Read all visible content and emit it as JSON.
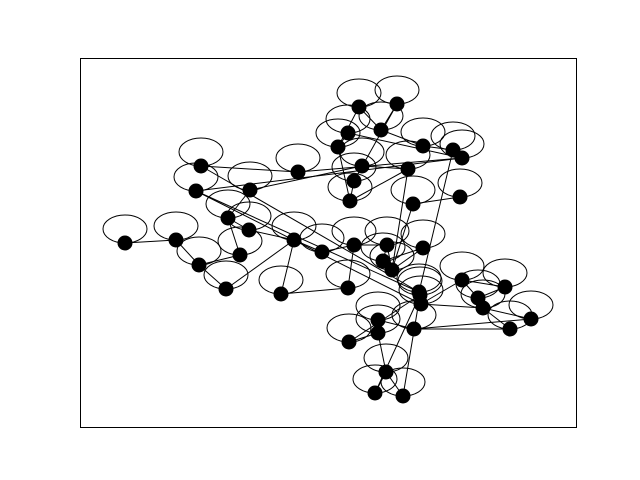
{
  "figure": {
    "type": "network-graph",
    "axes_visible": false,
    "frame": true,
    "node_color": "#000000",
    "edge_color": "#000000",
    "background": "#ffffff",
    "self_loops_on_all_nodes": true,
    "node_labels_legible": false
  },
  "graph": {
    "nodes": [
      {
        "id": "n0"
      },
      {
        "id": "n1"
      },
      {
        "id": "n2"
      },
      {
        "id": "n3"
      },
      {
        "id": "n4"
      },
      {
        "id": "n5"
      },
      {
        "id": "n6"
      },
      {
        "id": "n7"
      },
      {
        "id": "n8"
      },
      {
        "id": "n9"
      },
      {
        "id": "n10"
      },
      {
        "id": "n11"
      },
      {
        "id": "n12"
      },
      {
        "id": "n13"
      },
      {
        "id": "n14"
      },
      {
        "id": "n15"
      },
      {
        "id": "n16"
      },
      {
        "id": "n17"
      },
      {
        "id": "n18"
      },
      {
        "id": "n19"
      },
      {
        "id": "n20"
      },
      {
        "id": "n21"
      },
      {
        "id": "n22"
      },
      {
        "id": "n23"
      },
      {
        "id": "n24"
      },
      {
        "id": "n25"
      },
      {
        "id": "n26"
      },
      {
        "id": "n27"
      },
      {
        "id": "n28"
      },
      {
        "id": "n29"
      },
      {
        "id": "n30"
      },
      {
        "id": "n31"
      },
      {
        "id": "n32"
      },
      {
        "id": "n33"
      },
      {
        "id": "n34"
      },
      {
        "id": "n35"
      },
      {
        "id": "n36"
      },
      {
        "id": "n37"
      },
      {
        "id": "n38"
      },
      {
        "id": "n39"
      },
      {
        "id": "n40"
      },
      {
        "id": "n41"
      },
      {
        "id": "n42"
      },
      {
        "id": "n43"
      },
      {
        "id": "n44"
      },
      {
        "id": "n45"
      },
      {
        "id": "n46"
      },
      {
        "id": "n47"
      },
      {
        "id": "n48"
      },
      {
        "id": "n49"
      }
    ],
    "edges": [
      [
        "n0",
        "n1"
      ],
      [
        "n1",
        "n2"
      ],
      [
        "n2",
        "n3"
      ],
      [
        "n2",
        "n4"
      ],
      [
        "n3",
        "n5"
      ],
      [
        "n5",
        "n6"
      ],
      [
        "n5",
        "n7"
      ],
      [
        "n7",
        "n8"
      ],
      [
        "n4",
        "n8"
      ],
      [
        "n8",
        "n9"
      ],
      [
        "n8",
        "n10"
      ],
      [
        "n9",
        "n11"
      ],
      [
        "n11",
        "n12"
      ],
      [
        "n11",
        "n13"
      ],
      [
        "n13",
        "n14"
      ],
      [
        "n13",
        "n15"
      ],
      [
        "n15",
        "n16"
      ],
      [
        "n15",
        "n17"
      ],
      [
        "n17",
        "n18"
      ],
      [
        "n15",
        "n19"
      ],
      [
        "n19",
        "n20"
      ],
      [
        "n19",
        "n21"
      ],
      [
        "n21",
        "n22"
      ],
      [
        "n21",
        "n23"
      ],
      [
        "n23",
        "n24"
      ],
      [
        "n23",
        "n25"
      ],
      [
        "n25",
        "n26"
      ],
      [
        "n26",
        "n27"
      ],
      [
        "n26",
        "n28"
      ],
      [
        "n28",
        "n29"
      ],
      [
        "n24",
        "n30"
      ],
      [
        "n30",
        "n31"
      ],
      [
        "n31",
        "n32"
      ],
      [
        "n30",
        "n33"
      ],
      [
        "n33",
        "n34"
      ],
      [
        "n33",
        "n35"
      ],
      [
        "n35",
        "n36"
      ],
      [
        "n36",
        "n37"
      ],
      [
        "n37",
        "n38"
      ],
      [
        "n35",
        "n39"
      ],
      [
        "n39",
        "n40"
      ],
      [
        "n39",
        "n41"
      ],
      [
        "n41",
        "n42"
      ],
      [
        "n42",
        "n43"
      ],
      [
        "n43",
        "n44"
      ],
      [
        "n44",
        "n45"
      ],
      [
        "n44",
        "n46"
      ],
      [
        "n46",
        "n47"
      ],
      [
        "n46",
        "n48"
      ],
      [
        "n48",
        "n49"
      ],
      [
        "n6",
        "n20"
      ],
      [
        "n10",
        "n12"
      ],
      [
        "n29",
        "n34"
      ],
      [
        "n22",
        "n27"
      ],
      [
        "n14",
        "n16"
      ],
      [
        "n36",
        "n38"
      ],
      [
        "n40",
        "n42"
      ],
      [
        "n45",
        "n49"
      ],
      [
        "n47",
        "n49"
      ],
      [
        "n32",
        "n34"
      ]
    ]
  }
}
